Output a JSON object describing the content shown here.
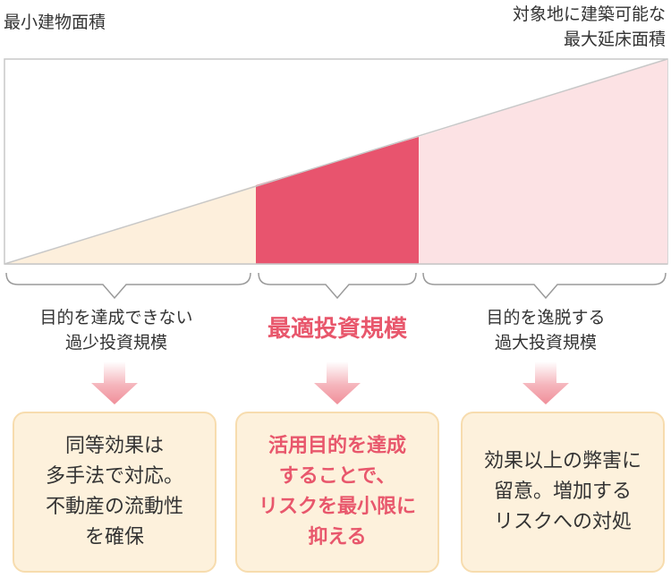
{
  "labels": {
    "min_area": "最小建物面積",
    "max_area_line1": "対象地に建築可能な",
    "max_area_line2": "最大延床面積"
  },
  "columns": [
    {
      "label_lines": [
        "目的を達成できない",
        "過少投資規模"
      ],
      "box_lines": [
        "同等効果は",
        "多手法で対応。",
        "不動産の流動性",
        "を確保"
      ]
    },
    {
      "label_lines": [
        "最適投資規模"
      ],
      "box_lines": [
        "活用目的を達成",
        "することで、",
        "リスクを最小限に",
        "抑える"
      ]
    },
    {
      "label_lines": [
        "目的を逸脱する",
        "過大投資規模"
      ],
      "box_lines": [
        "効果以上の弊害に",
        "留意。増加する",
        "リスクへの対処"
      ]
    }
  ],
  "colors": {
    "under": "#fdefdc",
    "optimal": "#e8546e",
    "over": "#fce2e4",
    "arrow": "#f08f9a",
    "accent_text": "#e8576c",
    "box_fill": "#fdf1dc",
    "box_border": "#f7dcae"
  }
}
